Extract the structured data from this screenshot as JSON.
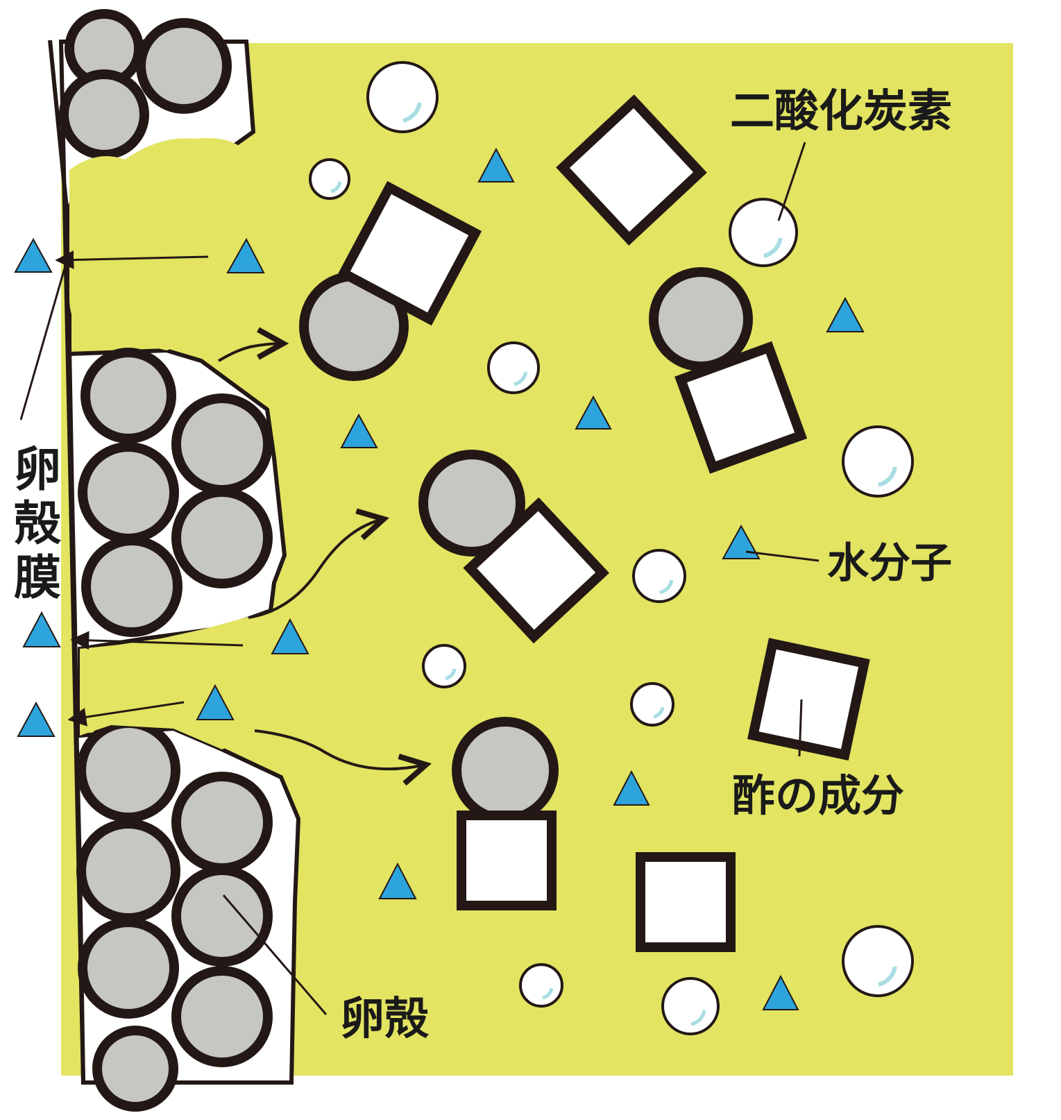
{
  "labels": {
    "co2": "二酸化炭素",
    "membrane": "卵殻膜",
    "water": "水分子",
    "acid": "酢の成分",
    "shell": "卵殻"
  },
  "legend_meaning": {
    "triangle": "水分子",
    "square": "酢の成分",
    "bubble": "二酸化炭素",
    "gray_circle": "卵殻"
  },
  "colors": {
    "background_liquid": "#e2e462",
    "calcium_gray": "#c6c6c3",
    "outline": "#231815",
    "water_blue": "#2ea4dc",
    "bubble_highlight": "#a8dde3"
  },
  "icons": {
    "water": "triangle-icon",
    "acid": "square-icon",
    "co2": "bubble-icon",
    "shell_particle": "circle-icon"
  }
}
